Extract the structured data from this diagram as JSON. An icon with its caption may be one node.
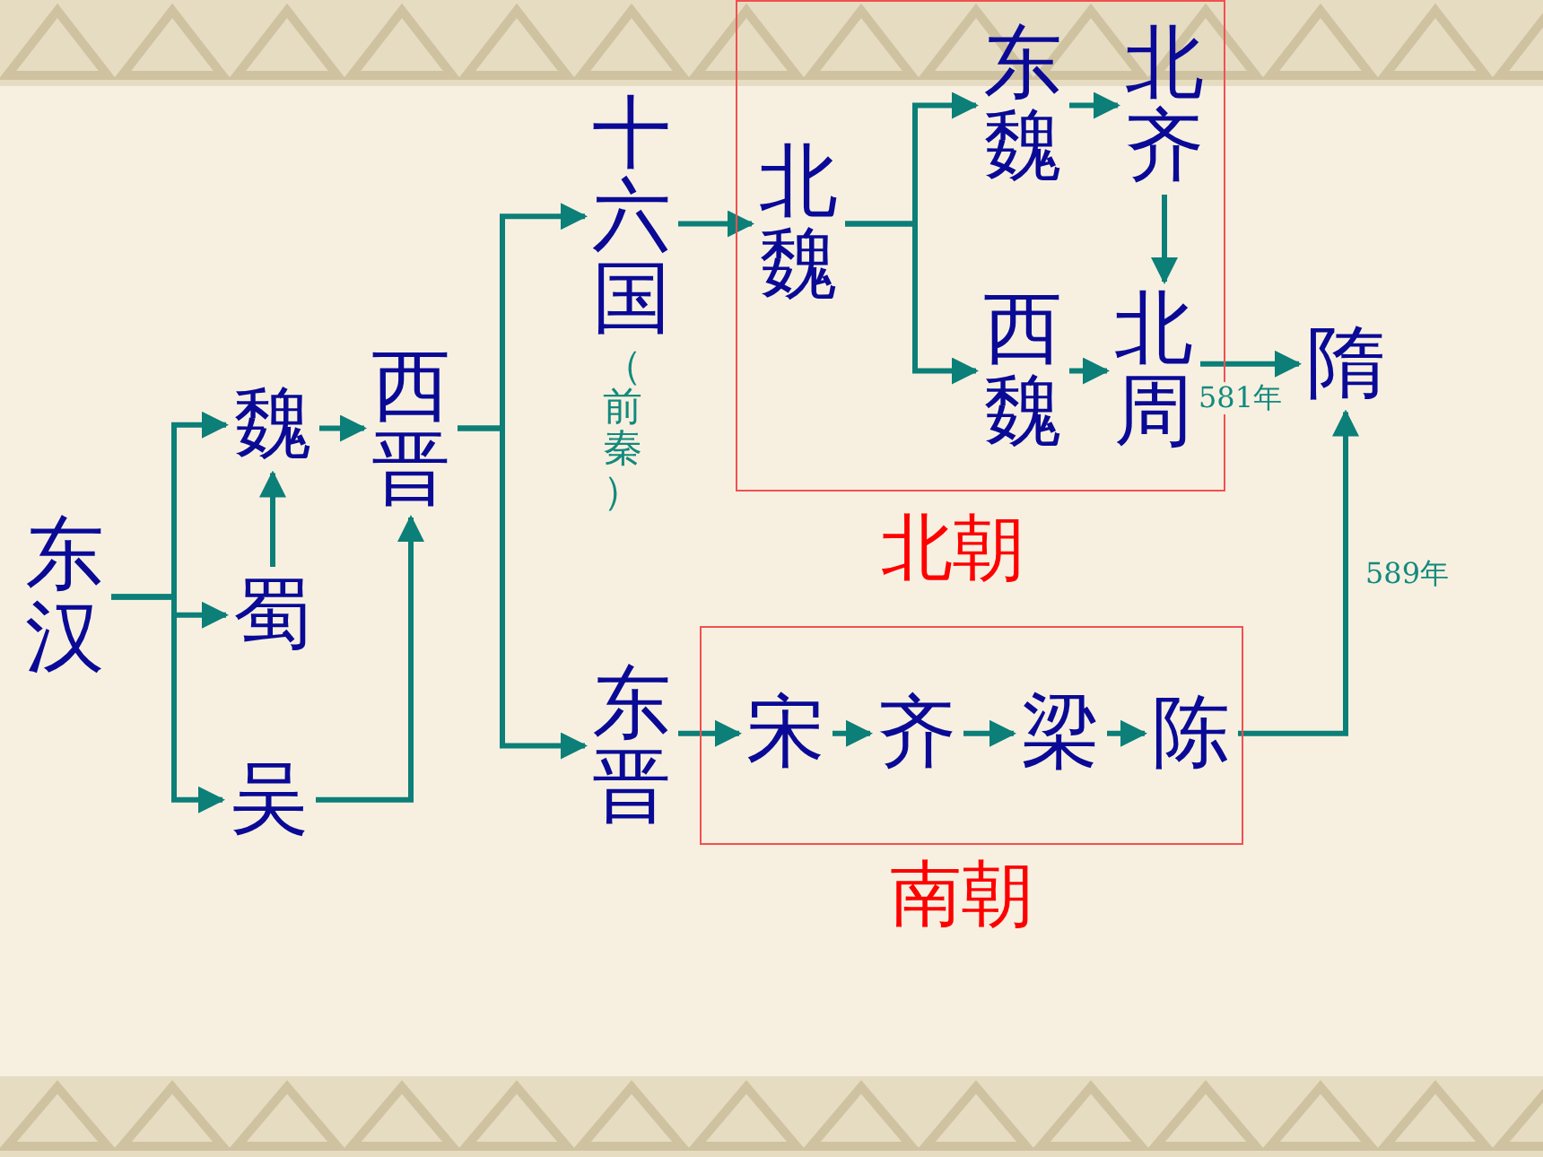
{
  "diagram": {
    "nodes": [
      {
        "text": [
          "东汉"
        ]
      },
      {
        "text": [
          "魏"
        ]
      },
      {
        "text": [
          "蜀"
        ]
      },
      {
        "text": [
          "吴"
        ]
      },
      {
        "text": [
          "西晋"
        ]
      },
      {
        "text": [
          "十六国"
        ],
        "beside": [
          "（前秦）"
        ]
      },
      {
        "text": [
          "北朝"
        ]
      },
      {
        "text": [
          "北魏"
        ],
        "in": 6
      },
      {
        "text": [
          "东魏"
        ],
        "in": 6
      },
      {
        "text": [
          "北齐"
        ],
        "in": 6
      },
      {
        "text": [
          "西魏"
        ],
        "in": 6
      },
      {
        "text": [
          "北周"
        ],
        "in": 6
      },
      {
        "text": [
          "隋"
        ]
      },
      {
        "text": [
          "东晋"
        ]
      },
      {
        "text": [
          "南朝"
        ]
      },
      {
        "text": [
          "宋"
        ],
        "in": 14
      },
      {
        "text": [
          "齐"
        ],
        "in": 14
      },
      {
        "text": [
          "梁"
        ],
        "in": 14
      },
      {
        "text": [
          "陈"
        ],
        "in": 14
      }
    ],
    "edges": [
      {
        "from": 0,
        "to": 1,
        "arrow": "to"
      },
      {
        "from": 0,
        "to": 2,
        "arrow": "to"
      },
      {
        "from": 0,
        "to": 3,
        "arrow": "to"
      },
      {
        "from": 2,
        "to": 1,
        "arrow": "to"
      },
      {
        "from": 1,
        "to": 4,
        "arrow": "to"
      },
      {
        "from": 3,
        "to": 4,
        "arrow": "to"
      },
      {
        "from": 4,
        "to": 5,
        "arrow": "to"
      },
      {
        "from": 4,
        "to": 13,
        "arrow": "to"
      },
      {
        "from": 5,
        "to": 7,
        "arrow": "to"
      },
      {
        "from": 7,
        "to": 8,
        "arrow": "to"
      },
      {
        "from": 7,
        "to": 10,
        "arrow": "to"
      },
      {
        "from": 8,
        "to": 9,
        "arrow": "to"
      },
      {
        "from": 10,
        "to": 11,
        "arrow": "to"
      },
      {
        "from": 9,
        "to": 11,
        "arrow": "to"
      },
      {
        "from": 11,
        "to": 12,
        "arrow": "to",
        "label": "581年"
      },
      {
        "from": 13,
        "to": 15,
        "arrow": "to"
      },
      {
        "from": 15,
        "to": 16,
        "arrow": "to"
      },
      {
        "from": 16,
        "to": 17,
        "arrow": "to"
      },
      {
        "from": 17,
        "to": 18,
        "arrow": "to"
      },
      {
        "from": 18,
        "to": 12,
        "arrow": "to",
        "label": "589年"
      }
    ]
  }
}
